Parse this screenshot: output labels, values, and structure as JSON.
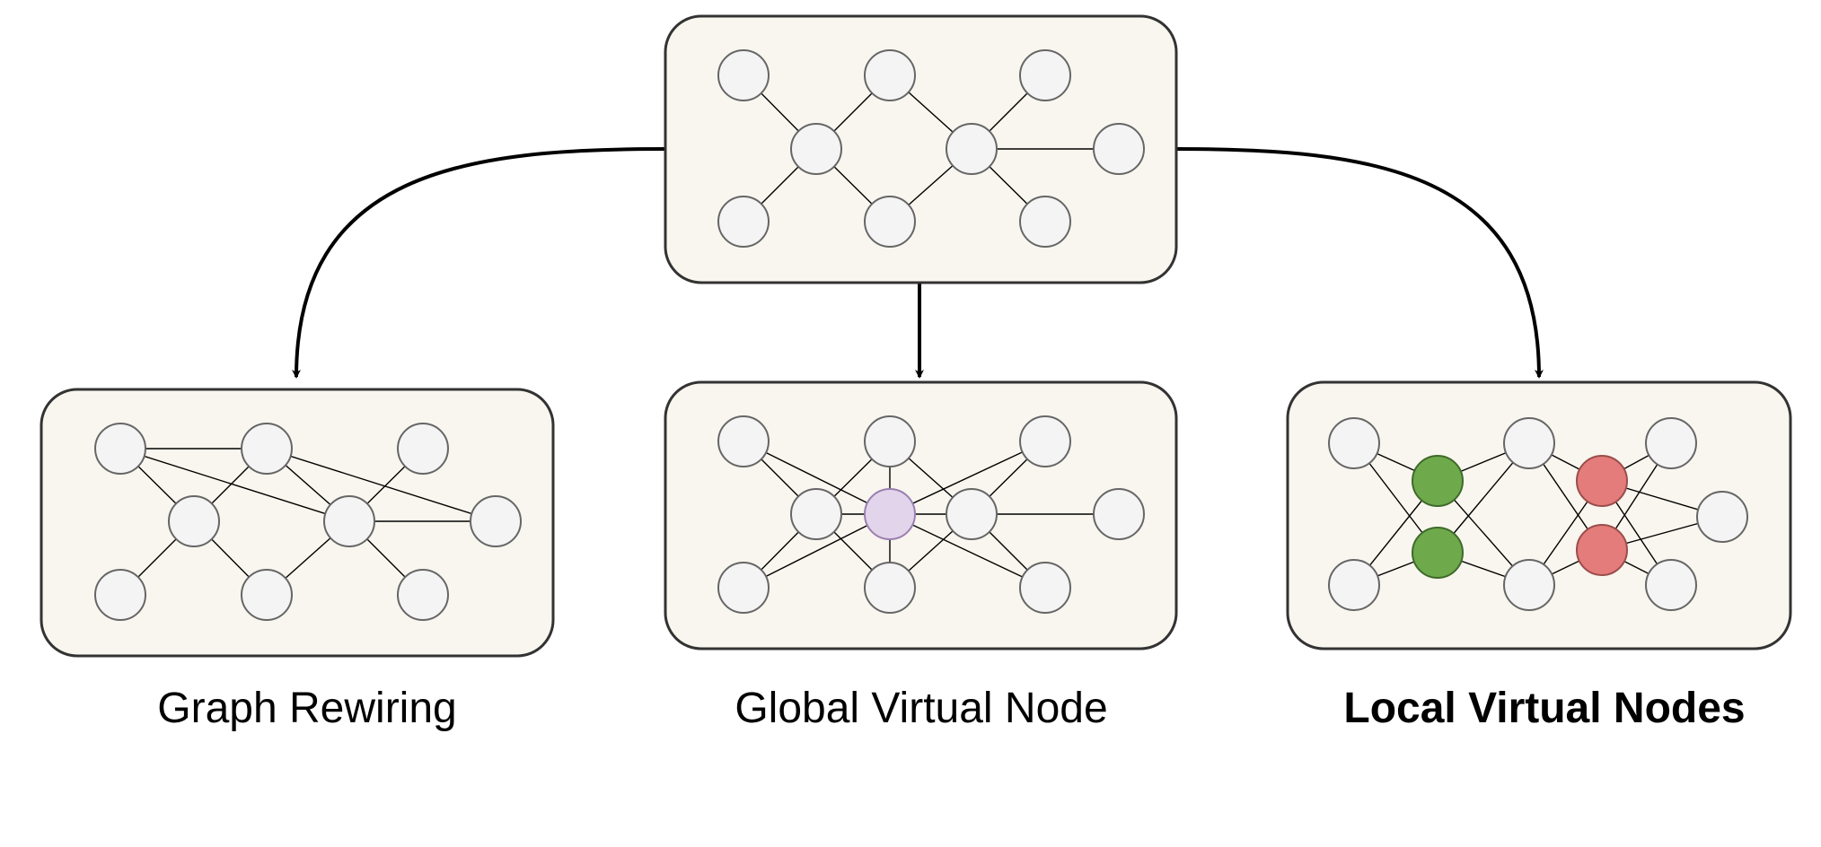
{
  "labels": {
    "graph_rewiring": "Graph Rewiring",
    "global_virtual_node": "Global Virtual Node",
    "local_virtual_nodes": "Local Virtual Nodes"
  },
  "colors": {
    "panel_fill": "#f8f6ee",
    "panel_stroke": "#333333",
    "node_fill": "#f4f4f4",
    "node_stroke": "#666666",
    "global_virtual_node": "#e2d4ea",
    "local_virtual_node_green": "#6ea94c",
    "local_virtual_node_red": "#e37c7a",
    "arrow": "#000000"
  }
}
